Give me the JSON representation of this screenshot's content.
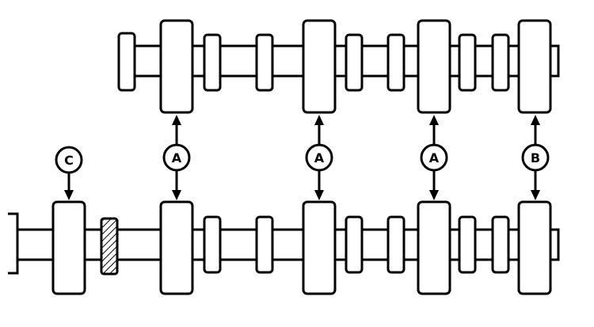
{
  "callouts": [
    {
      "id": "c",
      "label": "C"
    },
    {
      "id": "a1",
      "label": "A"
    },
    {
      "id": "a2",
      "label": "A"
    },
    {
      "id": "a3",
      "label": "A"
    },
    {
      "id": "b",
      "label": "B"
    }
  ],
  "colors": {
    "line": "#000000",
    "background": "#ffffff"
  }
}
